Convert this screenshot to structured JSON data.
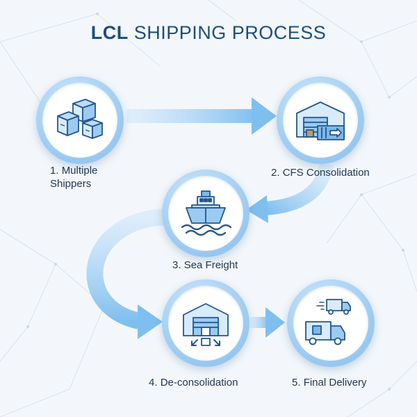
{
  "title": {
    "bold": "LCL",
    "rest": " SHIPPING PROCESS"
  },
  "steps": [
    {
      "number": "1.",
      "label": "Multiple Shippers",
      "icon": "stacked-boxes-icon"
    },
    {
      "number": "2.",
      "label": "CFS Consolidation",
      "icon": "warehouse-container-icon"
    },
    {
      "number": "3.",
      "label": "Sea Freight",
      "icon": "cargo-ship-icon"
    },
    {
      "number": "4.",
      "label": "De-consolidation",
      "icon": "warehouse-unloading-icon"
    },
    {
      "number": "5.",
      "label": "Final Delivery",
      "icon": "delivery-trucks-icon"
    }
  ],
  "colors": {
    "title": "#1f4e79",
    "ring": "#9fcdf3",
    "arrow": "#8cc6f2",
    "icon_stroke": "#23558c",
    "icon_fill": "#b9dcf7",
    "background": "#f3f7fb"
  }
}
